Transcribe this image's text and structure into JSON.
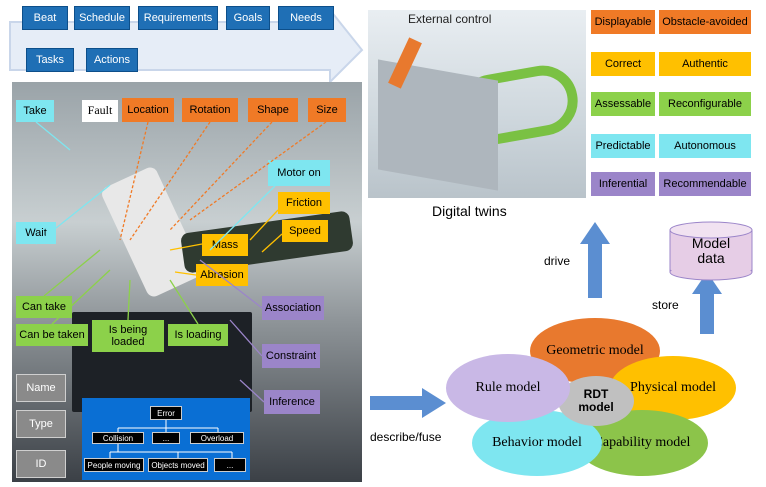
{
  "top_row": [
    "Beat",
    "Schedule",
    "Requirements",
    "Goals",
    "Needs"
  ],
  "second_row": [
    "Tasks",
    "Actions"
  ],
  "states_cyan": {
    "take": "Take",
    "wait": "Wait",
    "motor_on": "Motor on"
  },
  "fault": "Fault",
  "orange_labels": [
    "Location",
    "Rotation",
    "Shape",
    "Size"
  ],
  "yellow_labels": {
    "friction": "Friction",
    "speed": "Speed",
    "mass": "Mass",
    "abrasion": "Abrasion"
  },
  "green_labels": {
    "can_take": "Can take",
    "can_be_taken": "Can be taken",
    "is_being_loaded": "Is being\nloaded",
    "is_loading": "Is loading"
  },
  "purple_labels": {
    "association": "Association",
    "constraint": "Constraint",
    "inference": "Inference"
  },
  "gray_labels": [
    "Name",
    "Type",
    "ID"
  ],
  "tree": {
    "root": "Error",
    "level1": [
      "Collision",
      "...",
      "Overload"
    ],
    "level2": [
      "People moving",
      "Objects moved",
      "..."
    ]
  },
  "render": {
    "title": "External control",
    "caption": "Digital twins"
  },
  "properties": [
    {
      "label": "Displayable",
      "color": "#f07a26"
    },
    {
      "label": "Obstacle-avoided",
      "color": "#f07a26"
    },
    {
      "label": "Correct",
      "color": "#ffc000"
    },
    {
      "label": "Authentic",
      "color": "#ffc000"
    },
    {
      "label": "Assessable",
      "color": "#8cd14a"
    },
    {
      "label": "Reconfigurable",
      "color": "#8cd14a"
    },
    {
      "label": "Predictable",
      "color": "#7ee6f0"
    },
    {
      "label": "Autonomous",
      "color": "#7ee6f0"
    },
    {
      "label": "Inferential",
      "color": "#9b85c9"
    },
    {
      "label": "Recommendable",
      "color": "#9b85c9"
    }
  ],
  "arrows": {
    "drive": "drive",
    "store": "store",
    "describe": "describe/fuse"
  },
  "model_data": "Model\ndata",
  "rdt_models": {
    "center": "RDT\nmodel",
    "geometric": "Geometric model",
    "rule": "Rule model",
    "physical": "Physical model",
    "behavior": "Behavior model",
    "capability": "Capability model"
  },
  "colors": {
    "blue": "#1f6fb5",
    "arrow": "#5b8ed1",
    "geometric": "#e8792e",
    "rule": "#c9b8e6",
    "physical": "#ffc000",
    "behavior": "#7ee6f0",
    "capability": "#8cc44a"
  }
}
